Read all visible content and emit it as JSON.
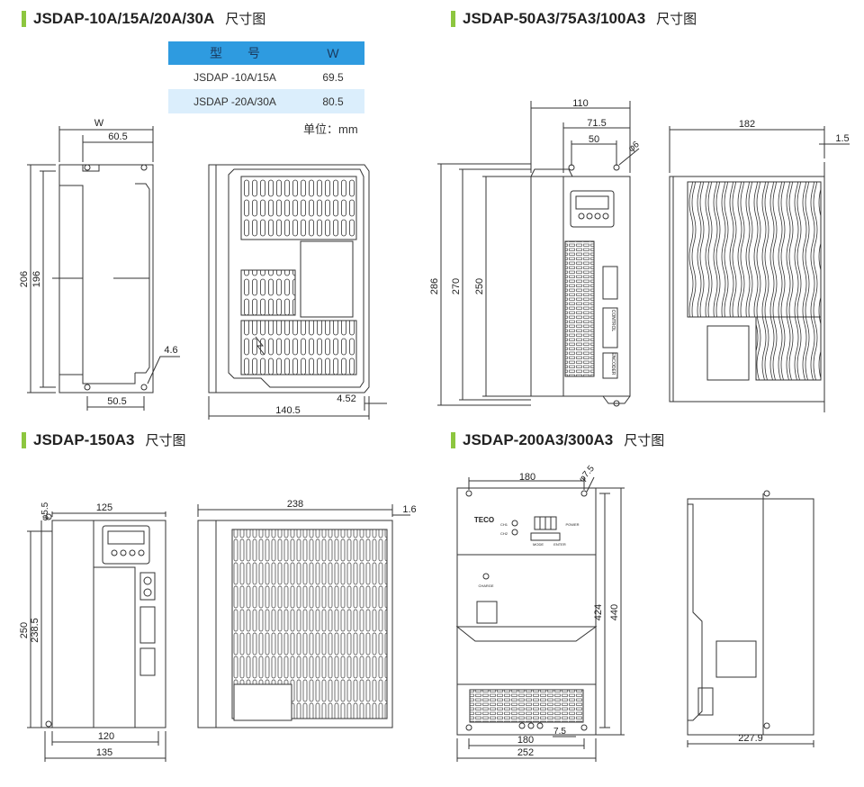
{
  "sections": {
    "s1": {
      "model": "JSDAP-10A/15A/20A/30A",
      "suffix": "尺寸图"
    },
    "s2": {
      "model": "JSDAP-50A3/75A3/100A3",
      "suffix": "尺寸图"
    },
    "s3": {
      "model": "JSDAP-150A3",
      "suffix": "尺寸图"
    },
    "s4": {
      "model": "JSDAP-200A3/300A3",
      "suffix": "尺寸图"
    }
  },
  "spec_table": {
    "headers": [
      "型　　号",
      "W"
    ],
    "rows": [
      {
        "model": "JSDAP -10A/15A",
        "w": "69.5"
      },
      {
        "model": "JSDAP -20A/30A",
        "w": "80.5"
      }
    ],
    "unit": "单位：mm"
  },
  "dims1": {
    "w": "W",
    "top": "60.5",
    "bottom": "50.5",
    "h_outer": "206",
    "h_inner": "196",
    "hole": "4.6",
    "depth": "140.5",
    "offset": "4.52"
  },
  "dims2": {
    "w": "110",
    "w2": "71.5",
    "w3": "50",
    "hole": "φ6",
    "h_outer": "286",
    "h_mid": "270",
    "h_inner": "250",
    "depth": "182",
    "offset": "1.5"
  },
  "dims3": {
    "hole": "φ5.5",
    "w_top": "125",
    "h_outer": "250",
    "h_inner": "238.5",
    "w_bottom": "120",
    "w_total": "135",
    "depth": "238",
    "offset": "1.6"
  },
  "dims4": {
    "w_top": "180",
    "hole": "φ7.5",
    "h_inner": "424",
    "h_outer": "440",
    "w_bottom": "180",
    "w_total": "252",
    "offset": "7.5",
    "depth": "227.9"
  },
  "panel_labels": {
    "brand": "TECO",
    "ch1": "CH1",
    "ch2": "CH2",
    "power": "POWER",
    "mode": "MODE",
    "enter": "ENTER",
    "charge": "CHARGE",
    "control": "CONTROL",
    "encoder": "ENCODER"
  },
  "colors": {
    "accent_bar": "#8dc63f",
    "table_header": "#2e9be0",
    "table_alt_row": "#dbeefc",
    "line": "#333333"
  }
}
